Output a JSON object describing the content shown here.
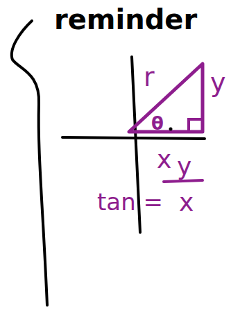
{
  "diagram": {
    "labels": [
      "reminder",
      "r",
      "y",
      "x",
      "θ",
      "tan =",
      "y",
      "x"
    ]
  }
}
